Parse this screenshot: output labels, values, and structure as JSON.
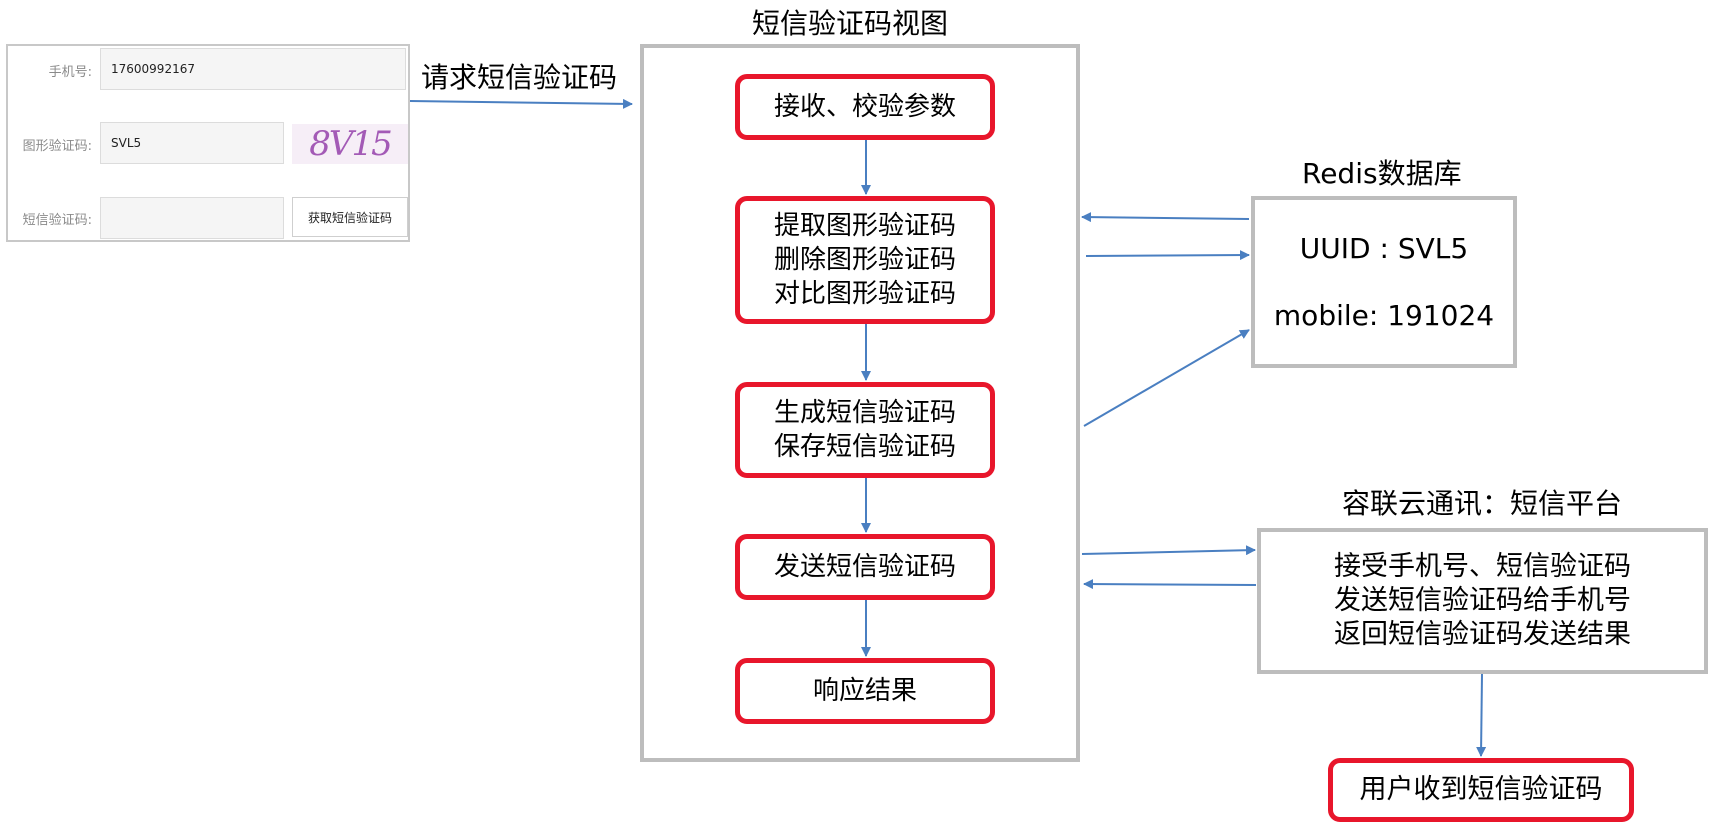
{
  "form": {
    "phone_label": "手机号:",
    "phone_value": "17600992167",
    "image_code_label": "图形验证码:",
    "image_code_value": "SVL5",
    "captcha_text": "8V15",
    "sms_code_label": "短信验证码:",
    "sms_code_value": "",
    "get_sms_button": "获取短信验证码"
  },
  "request_label": "请求短信验证码",
  "view": {
    "title": "短信验证码视图",
    "steps": [
      {
        "lines": [
          "接收、校验参数"
        ]
      },
      {
        "lines": [
          "提取图形验证码",
          "删除图形验证码",
          "对比图形验证码"
        ]
      },
      {
        "lines": [
          "生成短信验证码",
          "保存短信验证码"
        ]
      },
      {
        "lines": [
          "发送短信验证码"
        ]
      },
      {
        "lines": [
          "响应结果"
        ]
      }
    ]
  },
  "redis": {
    "title": "Redis数据库",
    "line1": "UUID : SVL5",
    "line2": "mobile: 191024"
  },
  "sms_platform": {
    "title": "容联云通讯：短信平台",
    "lines": [
      "接受手机号、短信验证码",
      "发送短信验证码给手机号",
      "返回短信验证码发送结果"
    ]
  },
  "user_received": "用户收到短信验证码",
  "colors": {
    "step_border": "#e8162b",
    "arrow": "#4a7fc1",
    "box_border": "#bdbdbd"
  }
}
